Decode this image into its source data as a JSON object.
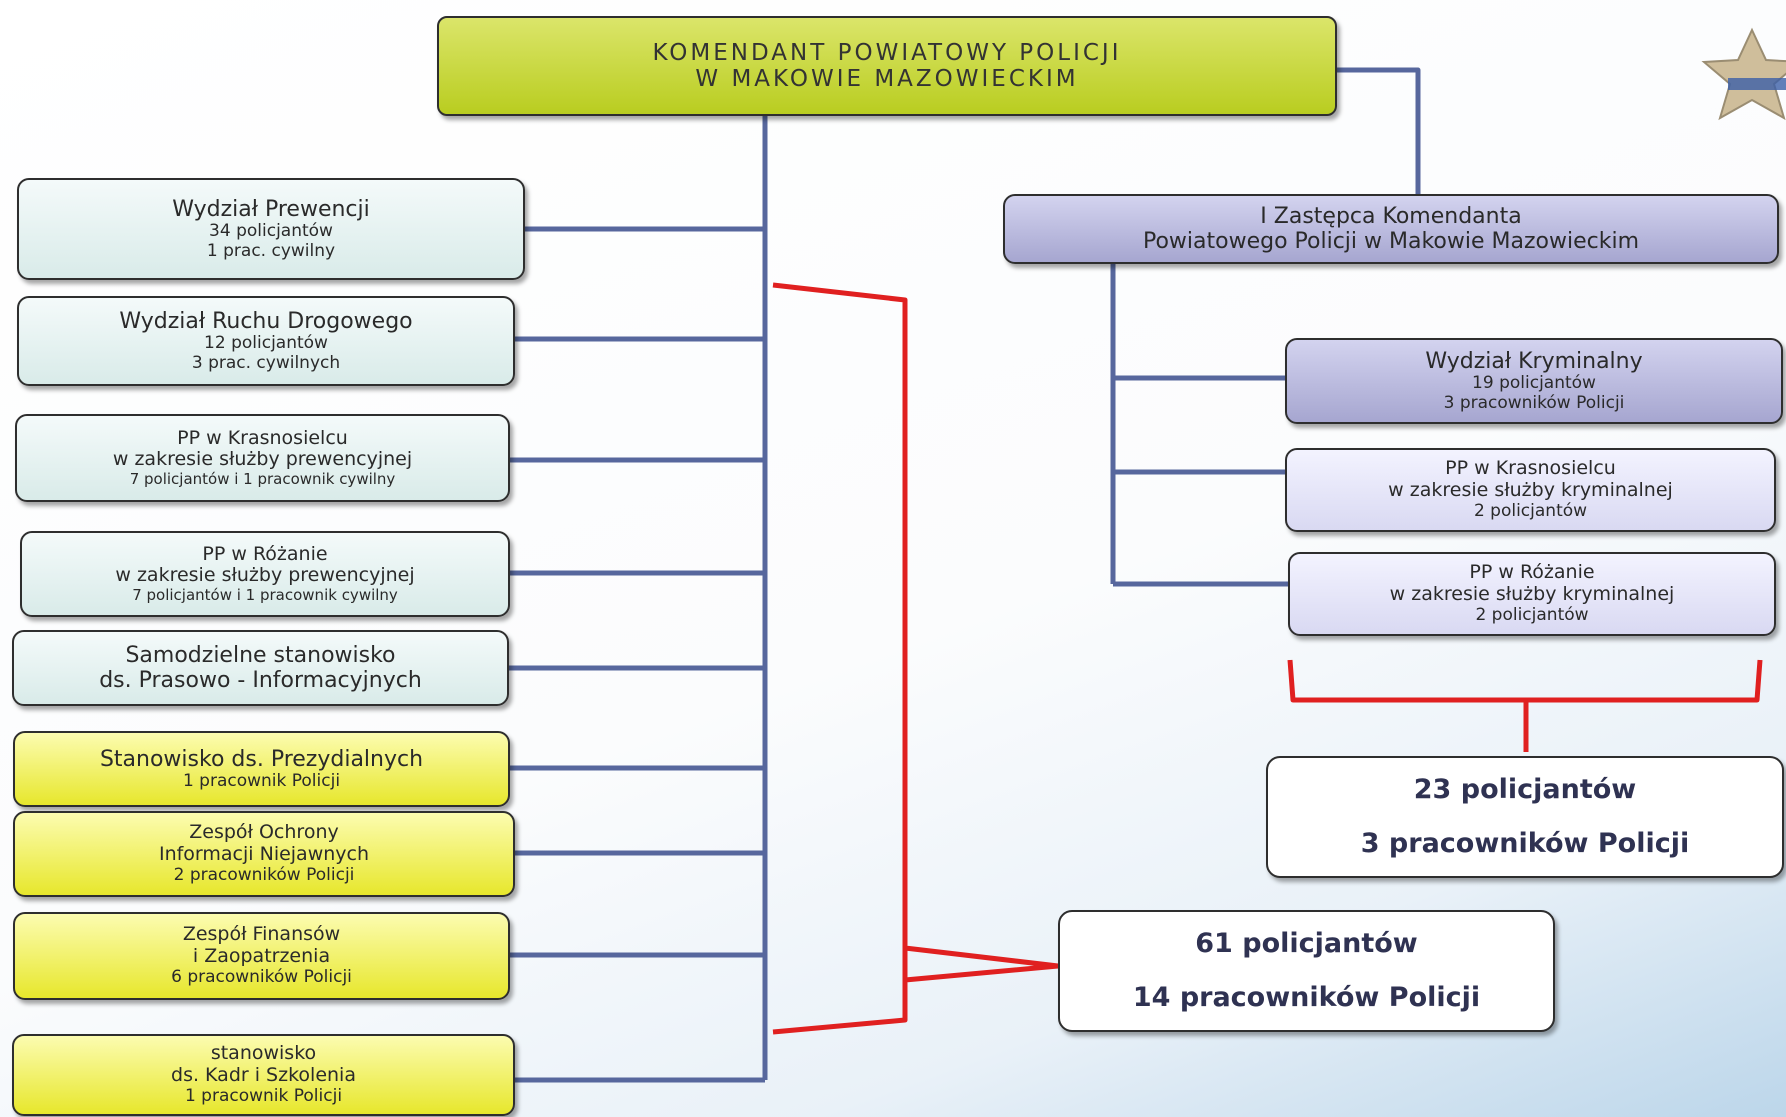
{
  "colors": {
    "connector": "#57679d",
    "brace": "#e02020",
    "top_fill": "#c7d63a",
    "mint_fill": "#e3efed",
    "yellow_fill": "#eded48",
    "lavender_fill": "#b6b6dc",
    "lavender_light_fill": "#e6e6f8",
    "summary_text": "#2f3252"
  },
  "commander": {
    "lines": [
      "KOMENDANT POWIATOWY  POLICJI",
      "W MAKOWIE MAZOWIECKIM"
    ]
  },
  "deputy": {
    "lines": [
      "I Zastępca Komendanta",
      "Powiatowego Policji w Makowie Mazowieckim"
    ]
  },
  "left_units": [
    {
      "lines": [
        "Wydział Prewencji",
        "34 policjantów",
        "1 prac. cywilny"
      ]
    },
    {
      "lines": [
        "Wydział Ruchu Drogowego",
        "12 policjantów",
        "3 prac. cywilnych"
      ]
    },
    {
      "lines": [
        "PP w  Krasnosielcu",
        "w zakresie służby prewencyjnej",
        "7 policjantów i 1 pracownik cywilny"
      ]
    },
    {
      "lines": [
        "PP w  Różanie",
        "w zakresie służby prewencyjnej",
        "7 policjantów i 1 pracownik cywilny"
      ]
    },
    {
      "lines": [
        "Samodzielne stanowisko",
        "ds. Prasowo - Informacyjnych"
      ]
    },
    {
      "lines": [
        "Stanowisko ds.  Prezydialnych",
        "1 pracownik Policji"
      ]
    },
    {
      "lines": [
        "Zespół Ochrony",
        "Informacji Niejawnych",
        "2 pracowników Policji"
      ]
    },
    {
      "lines": [
        "Zespół Finansów",
        "i Zaopatrzenia",
        "6 pracowników Policji"
      ]
    },
    {
      "lines": [
        "stanowisko",
        "ds. Kadr i Szkolenia",
        "1 pracownik Policji"
      ]
    }
  ],
  "right_units": [
    {
      "lines": [
        "Wydział Kryminalny",
        "19 policjantów",
        "3 pracowników Policji"
      ]
    },
    {
      "lines": [
        "PP w  Krasnosielcu",
        "w zakresie służby kryminalnej",
        "2 policjantów"
      ]
    },
    {
      "lines": [
        "PP w  Różanie",
        "w zakresie służby kryminalnej",
        "2 policjantów"
      ]
    }
  ],
  "right_total": {
    "lines": [
      "23 policjantów",
      "3 pracowników Policji"
    ]
  },
  "left_total": {
    "lines": [
      "61 policjantów",
      "14 pracowników Policji"
    ]
  }
}
